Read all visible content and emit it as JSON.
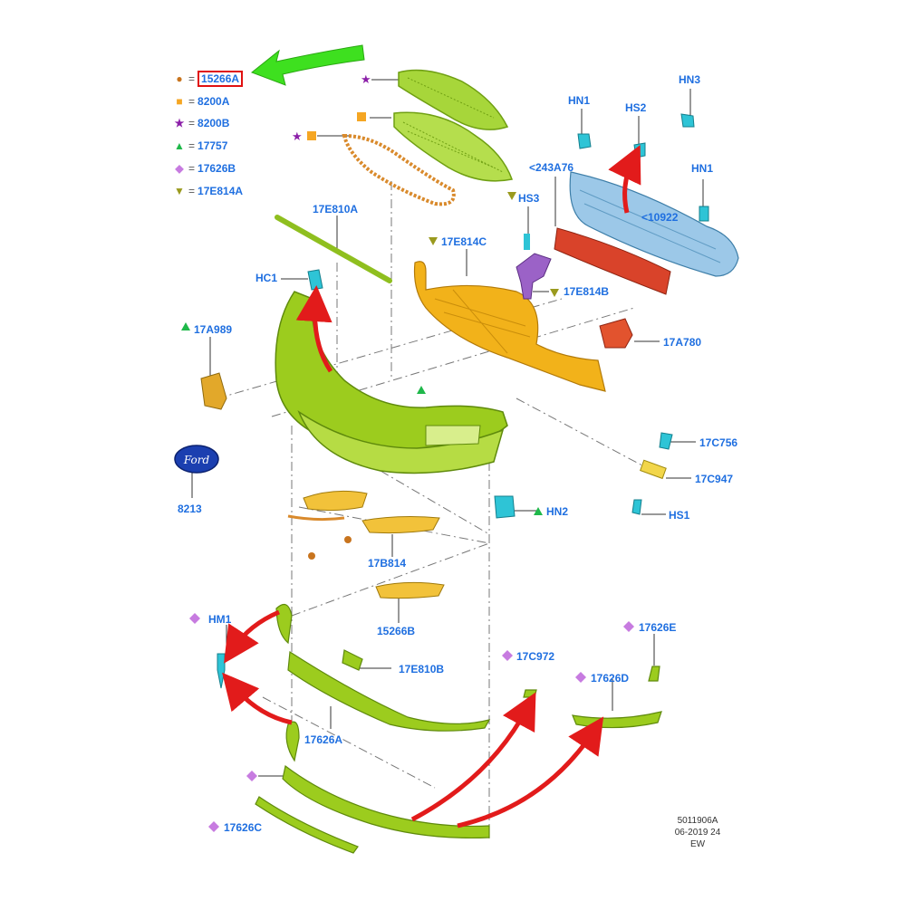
{
  "legend": [
    {
      "symbol": "dot",
      "color": "#c8741e",
      "code": "15266A",
      "highlighted": true
    },
    {
      "symbol": "square",
      "color": "#f5a623",
      "code": "8200A"
    },
    {
      "symbol": "star",
      "color": "#8b1fa8",
      "code": "8200B"
    },
    {
      "symbol": "triangle-up",
      "color": "#1fb84a",
      "code": "17757"
    },
    {
      "symbol": "diamond",
      "color": "#c77be0",
      "code": "17626B"
    },
    {
      "symbol": "triangle-down",
      "color": "#9a9a1e",
      "code": "17E814A"
    }
  ],
  "legend_separator": "=",
  "parts": {
    "p17E810A": "17E810A",
    "pHC1": "HC1",
    "p17A989": "17A989",
    "p8213": "8213",
    "p17E814C": "17E814C",
    "pHS3": "HS3",
    "p17E814B": "17E814B",
    "pHN1a": "HN1",
    "pHS2": "HS2",
    "pHN3": "HN3",
    "pHN1b": "HN1",
    "p243A76": "<243A76",
    "p10922": "<10922",
    "p17A780": "17A780",
    "p17C756": "17C756",
    "p17C947": "17C947",
    "pHS1": "HS1",
    "pHN2": "HN2",
    "p17B814": "17B814",
    "p15266B": "15266B",
    "pHM1": "HM1",
    "p17E810B": "17E810B",
    "p17626A": "17626A",
    "p17C972": "17C972",
    "p17626E": "17626E",
    "p17626D": "17626D",
    "p17626C": "17626C"
  },
  "logo_text": "Ford",
  "stamp": {
    "line1": "5011906A",
    "line2": "06-2019 24",
    "line3": "EW"
  },
  "colors": {
    "label": "#1f6fe0",
    "bumper": "#9ccc1e",
    "absorber": "#f2b21a",
    "reinforcement": "#9cc8e8",
    "foam": "#d9432a",
    "bracket": "#2ec4d6",
    "callout_arrow": "#e21b1b",
    "pointer_arrow": "#3ee01f",
    "highlight_box": "#e01010"
  }
}
